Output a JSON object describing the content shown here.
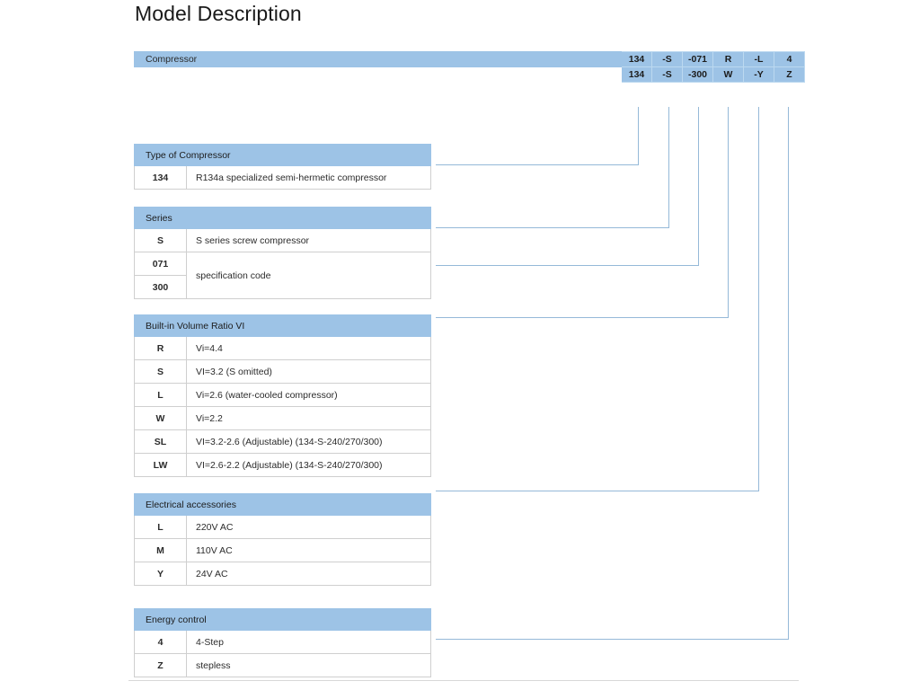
{
  "page": {
    "title": "Model Description"
  },
  "code_table": {
    "label": "Compressor",
    "rows": [
      {
        "cells": [
          "134",
          "-S",
          "-071",
          "R",
          "-L",
          "4"
        ]
      },
      {
        "cells": [
          "134",
          "-S",
          "-300",
          "W",
          "-Y",
          "Z"
        ]
      }
    ]
  },
  "sections": [
    {
      "id": "type",
      "header": "Type of Compressor",
      "rows": [
        {
          "code": "134",
          "desc": "R134a specialized semi-hermetic compressor"
        }
      ]
    },
    {
      "id": "series",
      "header": "Series",
      "rows": [
        {
          "code": "S",
          "desc": "S series screw compressor"
        },
        {
          "code": "071",
          "desc": "specification code"
        },
        {
          "code": "300",
          "desc": ""
        }
      ]
    },
    {
      "id": "volume-ratio",
      "header": "Built-in Volume Ratio VI",
      "rows": [
        {
          "code": "R",
          "desc": "Vi=4.4"
        },
        {
          "code": "S",
          "desc": "VI=3.2 (S omitted)"
        },
        {
          "code": "L",
          "desc": "Vi=2.6  (water-cooled compressor)"
        },
        {
          "code": "W",
          "desc": "Vi=2.2"
        },
        {
          "code": "SL",
          "desc": "VI=3.2-2.6 (Adjustable) (134-S-240/270/300)"
        },
        {
          "code": "LW",
          "desc": "VI=2.6-2.2 (Adjustable) (134-S-240/270/300)"
        }
      ]
    },
    {
      "id": "electrical",
      "header": "Electrical accessories",
      "rows": [
        {
          "code": "L",
          "desc": "220V AC"
        },
        {
          "code": "M",
          "desc": "110V AC"
        },
        {
          "code": "Y",
          "desc": "24V AC"
        }
      ]
    },
    {
      "id": "energy",
      "header": "Energy control",
      "rows": [
        {
          "code": "4",
          "desc": "4-Step"
        },
        {
          "code": "Z",
          "desc": "stepless"
        }
      ]
    }
  ],
  "colors": {
    "header_blue": "#9dc3e6",
    "leader_line": "#95b9d8",
    "border_gray": "#cfcfcf"
  }
}
